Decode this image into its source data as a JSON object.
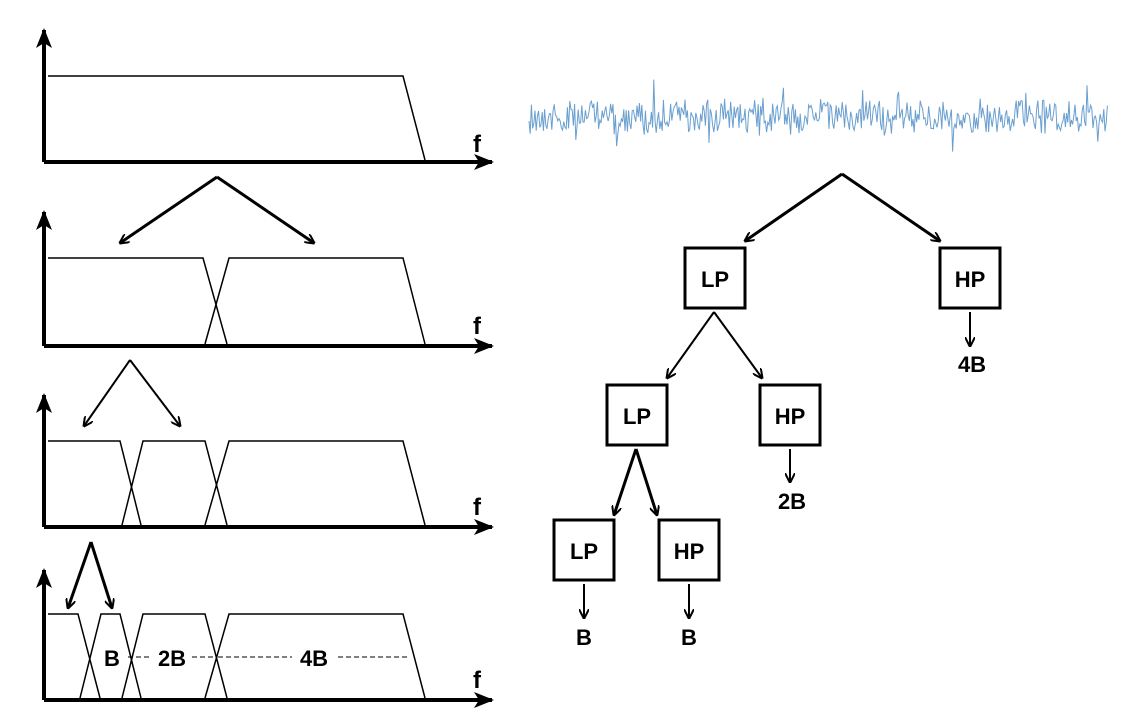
{
  "spectrum_panels": {
    "axis_label": "f",
    "band_labels": [
      "B",
      "2B",
      "4B"
    ]
  },
  "filter_tree": {
    "root_lp": "LP",
    "root_hp": "HP",
    "root_hp_output": "4B",
    "level2_lp": "LP",
    "level2_hp": "HP",
    "level2_hp_output": "2B",
    "level3_lp": "LP",
    "level3_hp": "HP",
    "level3_lp_output": "B",
    "level3_hp_output": "B"
  },
  "colors": {
    "line": "#000000",
    "signal": "#6a9fcf",
    "background": "#ffffff"
  }
}
